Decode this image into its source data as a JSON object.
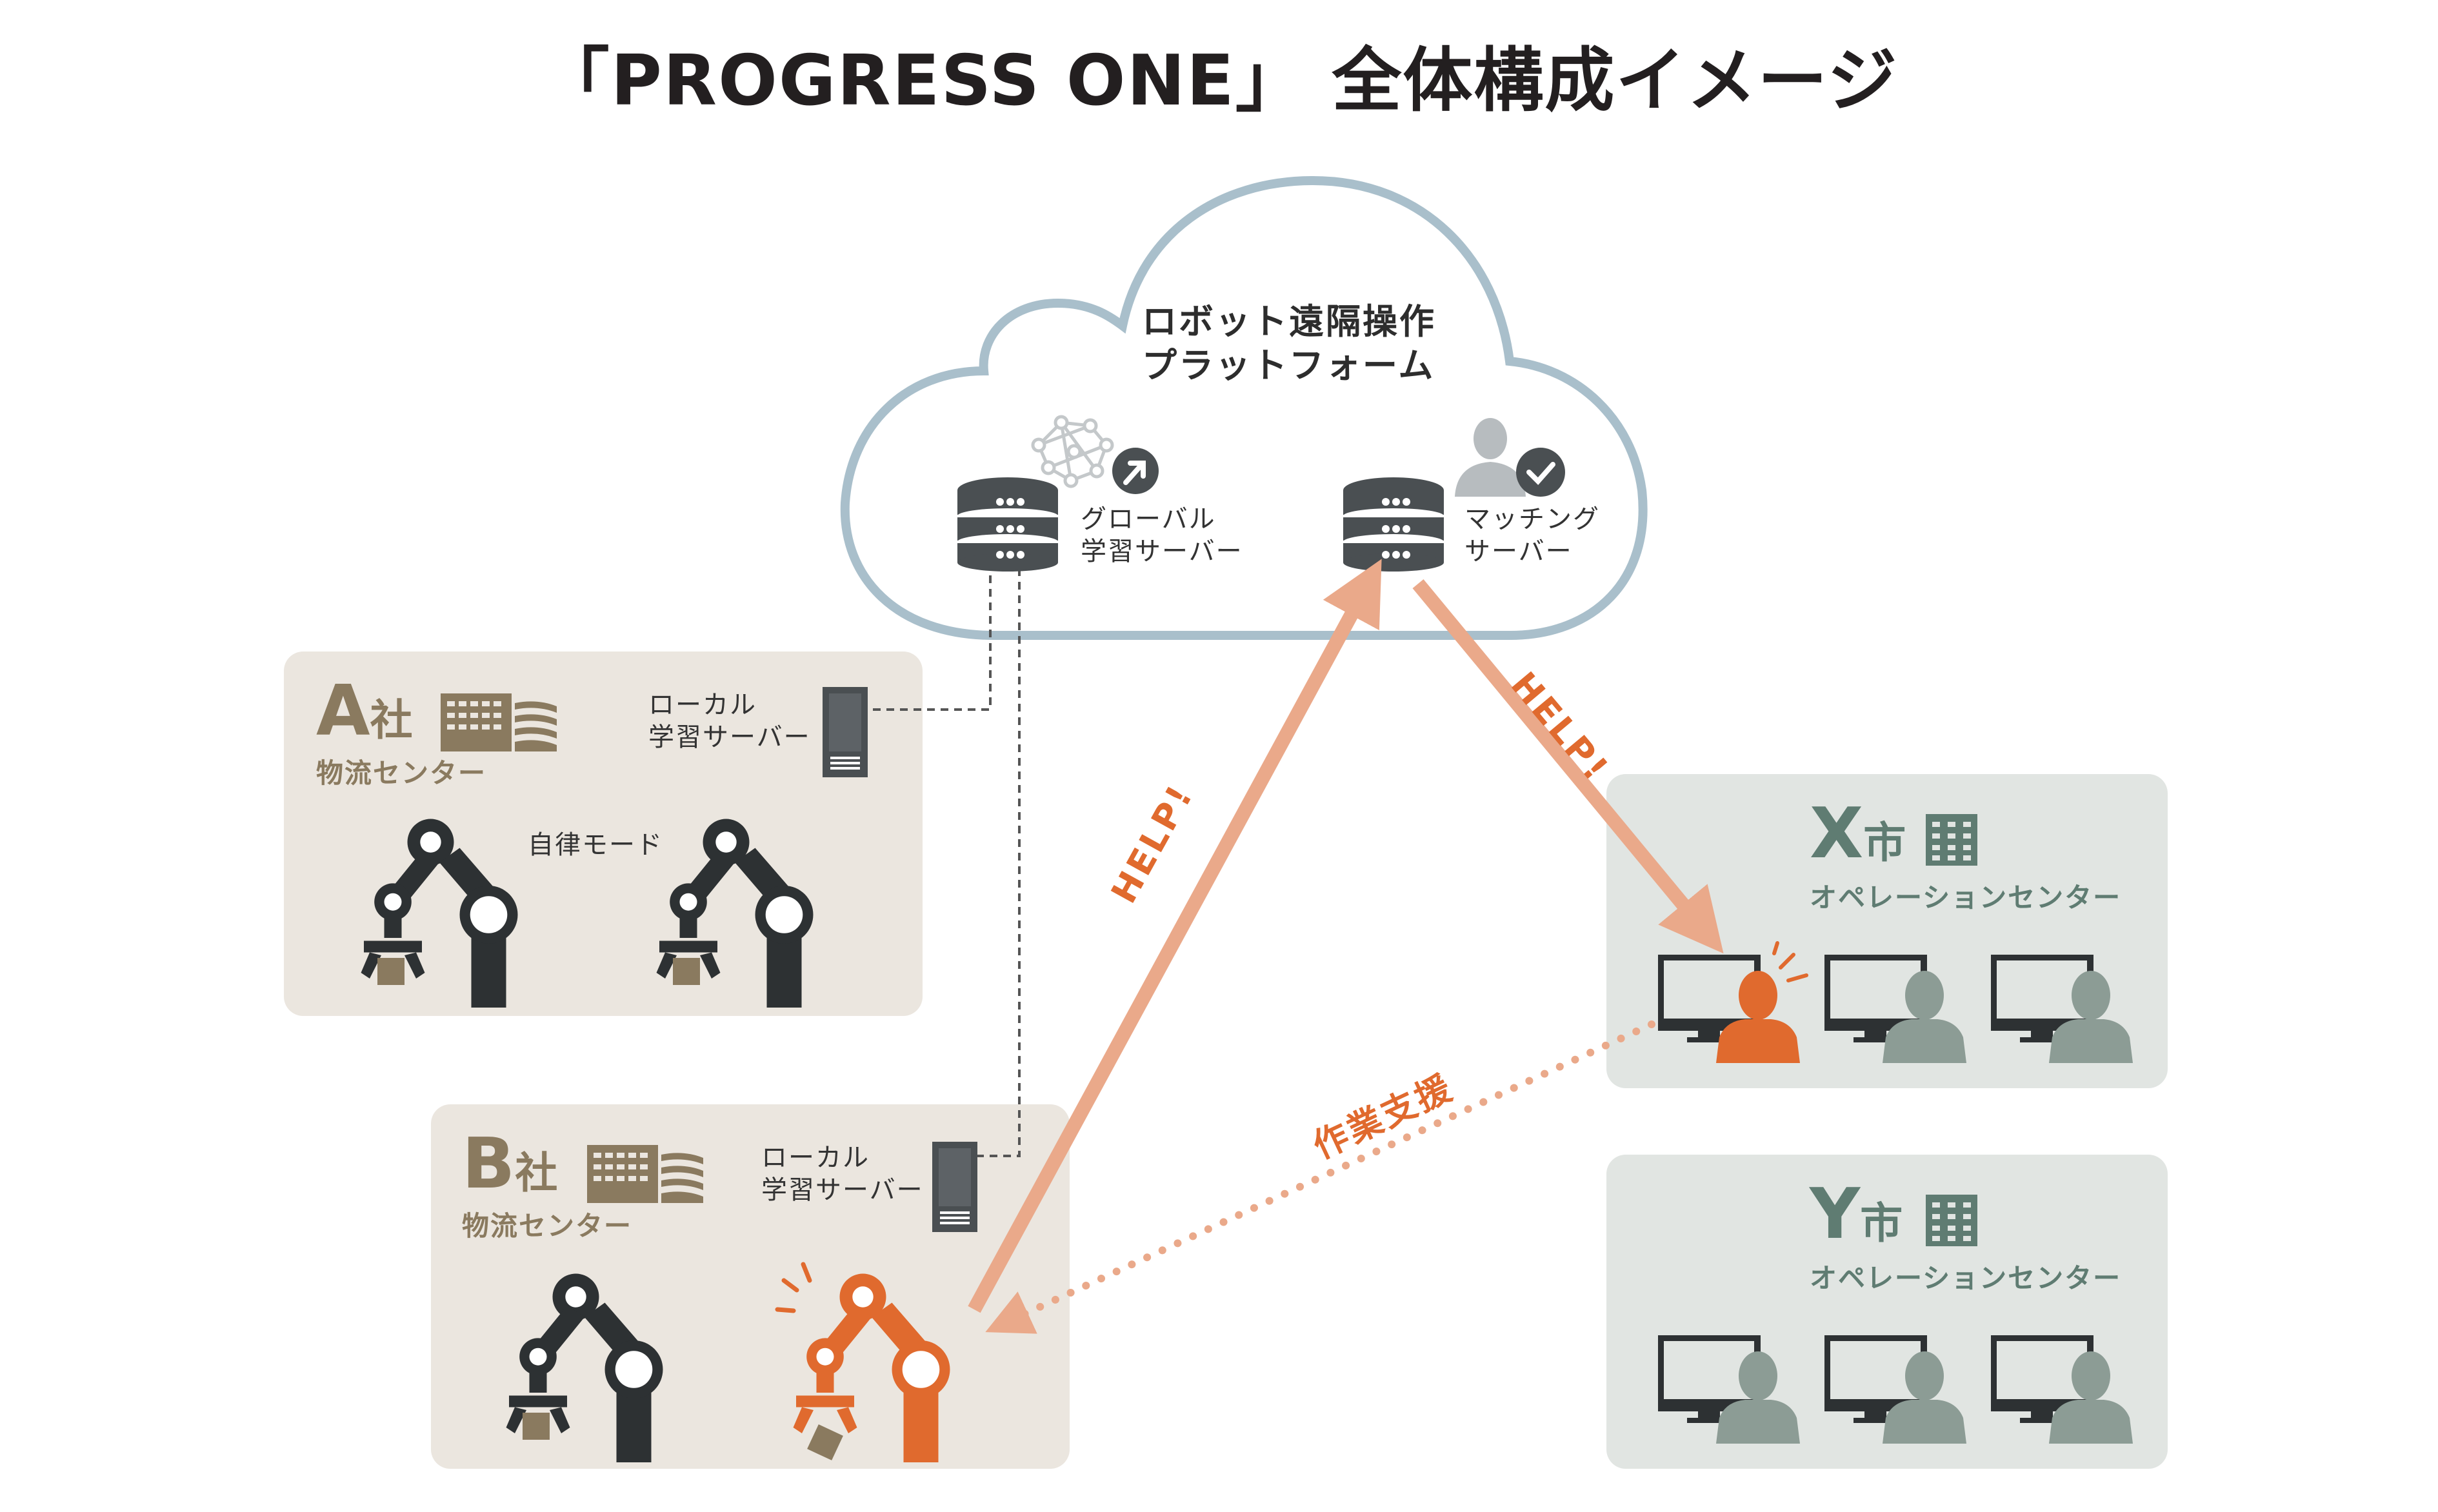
{
  "title": "「PROGRESS ONE」 全体構成イメージ",
  "cloud": {
    "title_line1": "ロボット遠隔操作",
    "title_line2": "プラットフォーム",
    "global_server_line1": "グローバル",
    "global_server_line2": "学習サーバー",
    "matching_server_line1": "マッチング",
    "matching_server_line2": "サーバー"
  },
  "company_a": {
    "letter": "A",
    "suffix": "社",
    "subtitle": "物流センター",
    "server_line1": "ローカル",
    "server_line2": "学習サーバー",
    "mode_label": "自律モード"
  },
  "company_b": {
    "letter": "B",
    "suffix": "社",
    "subtitle": "物流センター",
    "server_line1": "ローカル",
    "server_line2": "学習サーバー"
  },
  "city_x": {
    "letter": "X",
    "suffix": "市",
    "subtitle": "オペレーションセンター"
  },
  "city_y": {
    "letter": "Y",
    "suffix": "市",
    "subtitle": "オペレーションセンター"
  },
  "arrows": {
    "help_up": "HELP!",
    "help_down": "HELP!",
    "support": "作業支援"
  },
  "colors": {
    "accent_orange": "#e06a2e",
    "arrow_salmon": "#eaa98a",
    "robot_dark": "#2d3133",
    "company_panel": "#ebe6df",
    "city_panel": "#e1e5e2",
    "company_text": "#8a7a5f",
    "city_text": "#5f7c72",
    "cloud_outline": "#a9bfcb",
    "operator_gray": "#8c9c95"
  }
}
